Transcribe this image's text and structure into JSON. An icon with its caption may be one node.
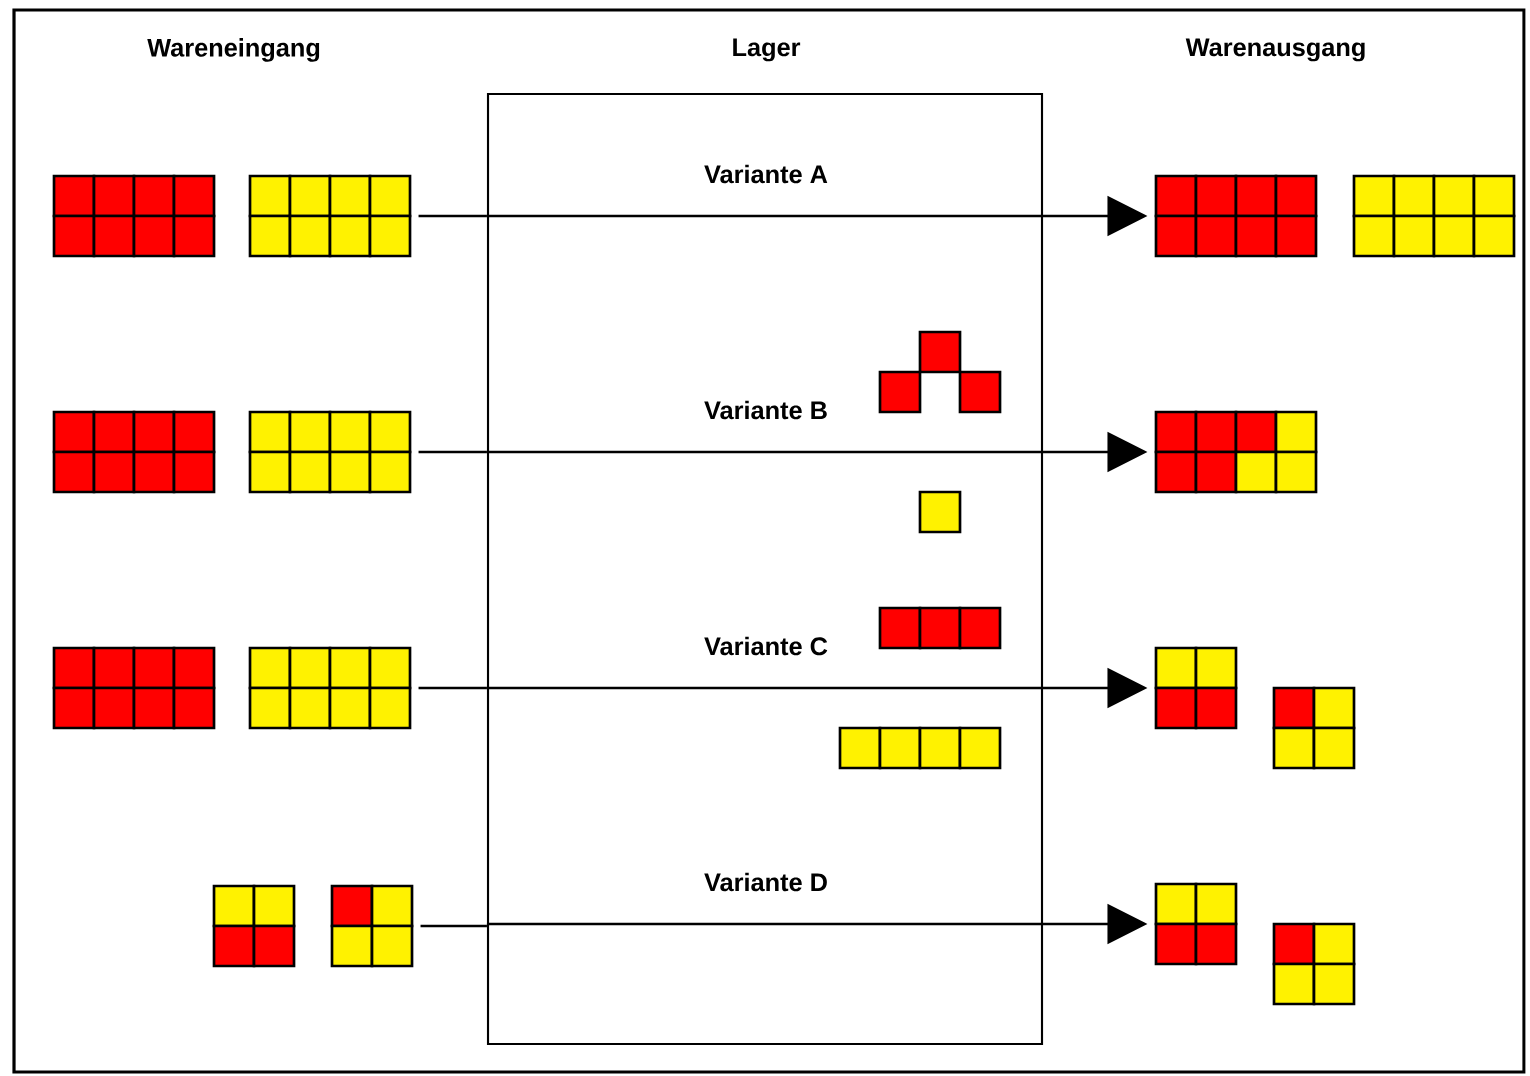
{
  "diagram": {
    "nodes": [
      {
        "text": [
          "Lager"
        ]
      },
      {
        "text": [],
        "shape": "picture"
      },
      {
        "text": [],
        "shape": "picture"
      },
      {
        "text": [],
        "shape": "picture"
      },
      {
        "text": [],
        "shape": "picture"
      },
      {
        "text": [],
        "shape": "picture"
      },
      {
        "text": [],
        "shape": "picture"
      },
      {
        "text": [],
        "shape": "picture"
      },
      {
        "text": [],
        "shape": "picture"
      }
    ],
    "edges": [
      {
        "from": 1,
        "to": 0,
        "arrow": "none"
      },
      {
        "from": 0,
        "to": 2,
        "arrow": "to",
        "label": "Variante A"
      },
      {
        "from": 3,
        "to": 0,
        "arrow": "none"
      },
      {
        "from": 0,
        "to": 4,
        "arrow": "to",
        "label": "Variante B"
      },
      {
        "from": 5,
        "to": 0,
        "arrow": "none"
      },
      {
        "from": 0,
        "to": 6,
        "arrow": "to",
        "label": "Variante C"
      },
      {
        "from": 7,
        "to": 0,
        "arrow": "none"
      },
      {
        "from": 0,
        "to": 8,
        "arrow": "to",
        "label": "Variante D"
      }
    ],
    "labels": [
      "Wareneingang",
      "Warenausgang"
    ]
  }
}
